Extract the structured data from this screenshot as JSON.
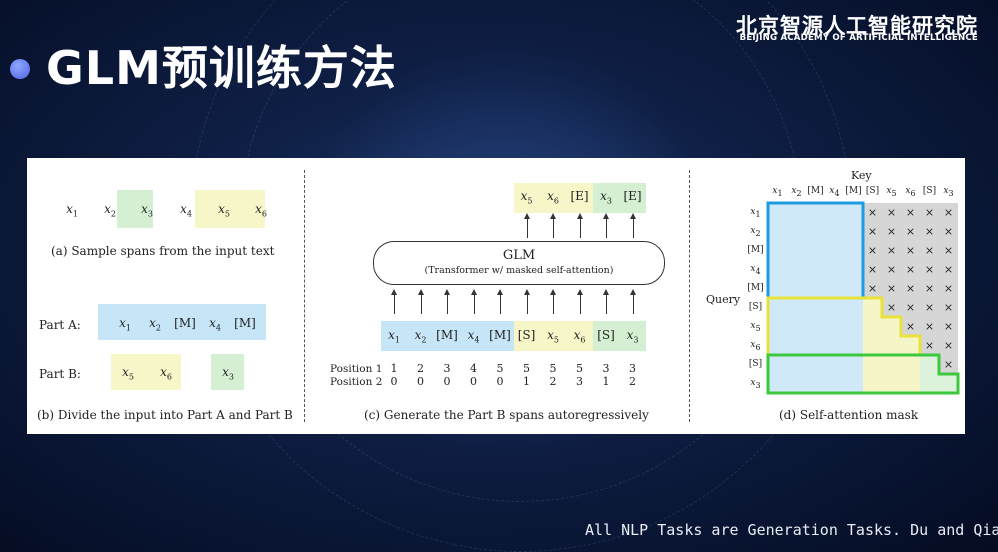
{
  "slide": {
    "title": "GLM预训练方法",
    "logo_cn": "北京智源人工智能研究院",
    "logo_en": "BEIJING ACADEMY OF ARTIFICIAL INTELLIGENCE",
    "footer": "All NLP Tasks are Generation Tasks. Du and Qian e"
  },
  "panel_a": {
    "tokens": [
      "x1",
      "x2",
      "x3",
      "x4",
      "x5",
      "x6"
    ],
    "caption": "(a)  Sample spans from the input text"
  },
  "panel_b": {
    "part_a_label": "Part A:",
    "part_a_tokens": [
      "x1",
      "x2",
      "[M]",
      "x4",
      "[M]"
    ],
    "part_b_label": "Part B:",
    "part_b_tokens": [
      "x5",
      "x6",
      "x3"
    ],
    "caption": "(b)  Divide the input into Part A and Part B"
  },
  "panel_c": {
    "glm_title": "GLM",
    "glm_subtitle": "(Transformer w/ masked self-attention)",
    "outputs": [
      "x5",
      "x6",
      "[E]",
      "x3",
      "[E]"
    ],
    "inputs": [
      "x1",
      "x2",
      "[M]",
      "x4",
      "[M]",
      "[S]",
      "x5",
      "x6",
      "[S]",
      "x3"
    ],
    "position1_label": "Position 1",
    "position2_label": "Position 2",
    "position1": [
      "1",
      "2",
      "3",
      "4",
      "5",
      "5",
      "5",
      "5",
      "3",
      "3"
    ],
    "position2": [
      "0",
      "0",
      "0",
      "0",
      "0",
      "1",
      "2",
      "3",
      "1",
      "2"
    ],
    "caption": "(c)  Generate the Part B spans autoregressively"
  },
  "panel_d": {
    "key_label": "Key",
    "query_label": "Query",
    "labels": [
      "x1",
      "x2",
      "[M]",
      "x4",
      "[M]",
      "[S]",
      "x5",
      "x6",
      "[S]",
      "x3"
    ],
    "mask_symbol": "×",
    "caption": "(d)  Self-attention mask",
    "colors": {
      "part_a": "#1e9be0",
      "span1": "#e8e23a",
      "span2": "#3cc83c",
      "masked": "#d6d6d6"
    }
  }
}
